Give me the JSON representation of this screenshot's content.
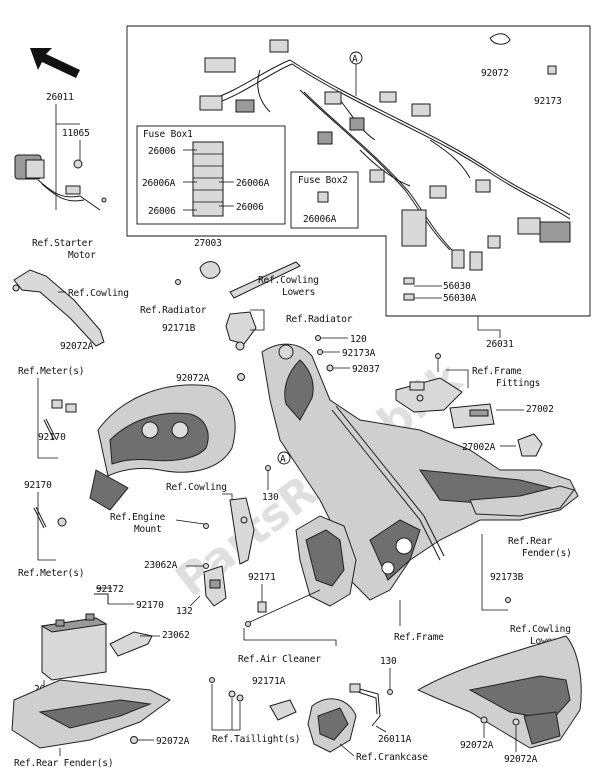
{
  "watermark": "PartsRepublik",
  "labels": {
    "p26011": "26011",
    "p11065": "11065",
    "ref_starter": "Ref.Starter",
    "ref_starter2": "Motor",
    "ref_cowling_1": "Ref.Cowling",
    "p92072A_1": "92072A",
    "ref_meter_1": "Ref.Meter(s)",
    "p92170_1": "92170",
    "p92170_2": "92170",
    "ref_meter_2": "Ref.Meter(s)",
    "p92072": "92072",
    "p92173": "92173",
    "fusebox1_title": "Fuse Box1",
    "fb1_26006_a": "26006",
    "fb1_26006A_a": "26006A",
    "fb1_26006A_b": "26006A",
    "fb1_26006_b": "26006",
    "fb1_26006_c": "26006",
    "fusebox2_title": "Fuse Box2",
    "fb2_26006A": "26006A",
    "callout_a": "A",
    "p27003": "27003",
    "ref_cowling_lowers_1": "Ref.Cowling",
    "ref_cowling_lowers_2": "Lowers",
    "ref_radiator_1": "Ref.Radiator",
    "p92171B": "92171B",
    "ref_radiator_2": "Ref.Radiator",
    "p56030": "56030",
    "p56030A": "56030A",
    "p26031": "26031",
    "p120": "120",
    "p92173A": "92173A",
    "p92037": "92037",
    "p92072A_2": "92072A",
    "ref_frame_fit_1": "Ref.Frame",
    "ref_frame_fit_2": "Fittings",
    "p27002": "27002",
    "p27002A": "27002A",
    "callout_a2": "A",
    "p130_1": "130",
    "ref_cowling_2": "Ref.Cowling",
    "ref_engine_1": "Ref.Engine",
    "ref_engine_2": "Mount",
    "p23062A": "23062A",
    "p92171": "92171",
    "p132": "132",
    "ref_rear_fender_1": "Ref.Rear",
    "ref_rear_fender_2": "Fender(s)",
    "p92173B": "92173B",
    "ref_frame": "Ref.Frame",
    "ref_cowling_lowers_r1": "Ref.Cowling",
    "ref_cowling_lowers_r2": "Lowers",
    "p92172": "92172",
    "p92170_3": "92170",
    "p23062": "23062",
    "p26012": "26012",
    "ref_air_cleaner": "Ref.Air Cleaner",
    "p130_2": "130",
    "p92171A": "92171A",
    "p26011A": "26011A",
    "p92072A_3": "92072A",
    "p92072A_4": "92072A",
    "p92072A_5": "92072A",
    "ref_taillight": "Ref.Taillight(s)",
    "ref_crankcase": "Ref.Crankcase",
    "ref_rear_fender_b": "Ref.Rear Fender(s)"
  }
}
